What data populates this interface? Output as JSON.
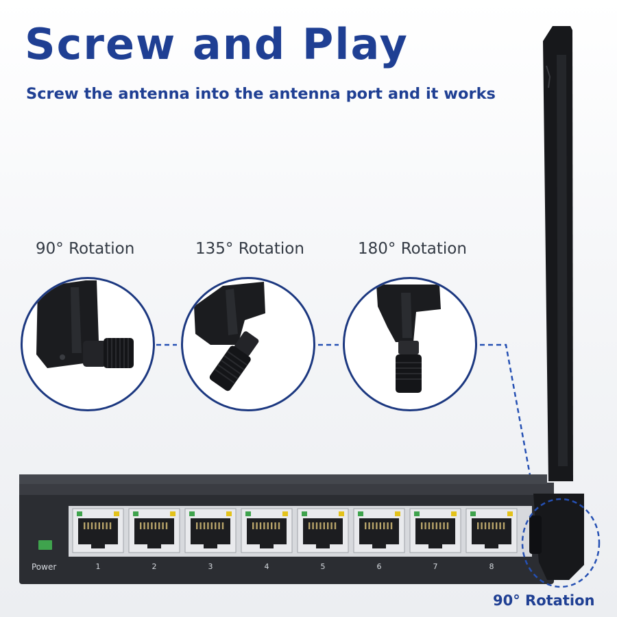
{
  "header": {
    "title": "Screw and Play",
    "subtitle": "Screw the antenna into the antenna port and it works"
  },
  "rotations": [
    {
      "label": "90° Rotation"
    },
    {
      "label": "135° Rotation"
    },
    {
      "label": "180° Rotation"
    }
  ],
  "main_rotation_label": "90° Rotation",
  "device": {
    "power_label": "Power",
    "ports": [
      "1",
      "2",
      "3",
      "4",
      "5",
      "6",
      "7",
      "8"
    ]
  },
  "colors": {
    "accent": "#1f3f93",
    "device_body": "#2b2d32",
    "antenna": "#17181b",
    "led_green": "#3fa34d",
    "led_yellow": "#e3c21b"
  }
}
